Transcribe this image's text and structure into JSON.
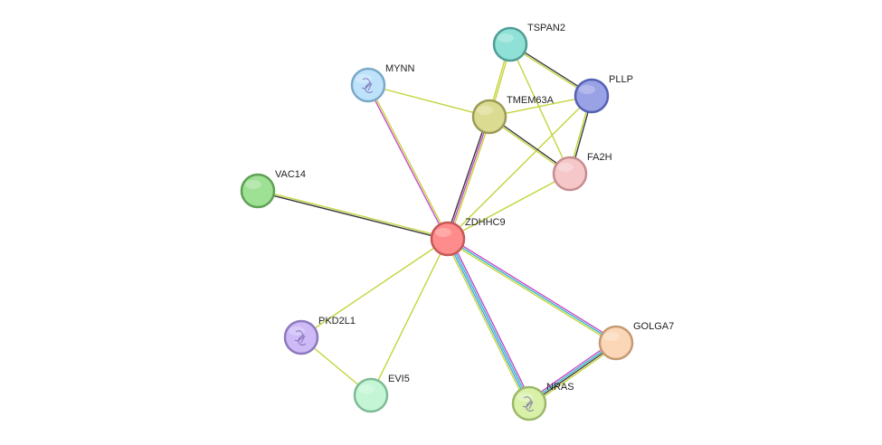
{
  "nodes": [
    {
      "id": "ZDHHC9",
      "label": "ZDHHC9",
      "fill": "#ff8c8c",
      "stroke": "#c65858",
      "glyph": ""
    },
    {
      "id": "TSPAN2",
      "label": "TSPAN2",
      "fill": "#8fe0d6",
      "stroke": "#4f9e94",
      "glyph": ""
    },
    {
      "id": "PLLP",
      "label": "PLLP",
      "fill": "#9aa2e6",
      "stroke": "#5560b2",
      "glyph": ""
    },
    {
      "id": "MYNN",
      "label": "MYNN",
      "fill": "#bfe2fb",
      "stroke": "#79a9c9",
      "glyph": "protein-structure"
    },
    {
      "id": "TMEM63A",
      "label": "TMEM63A",
      "fill": "#dcdb92",
      "stroke": "#9c9b56",
      "glyph": ""
    },
    {
      "id": "FA2H",
      "label": "FA2H",
      "fill": "#f6c7c9",
      "stroke": "#c58d90",
      "glyph": ""
    },
    {
      "id": "VAC14",
      "label": "VAC14",
      "fill": "#9ee094",
      "stroke": "#5ea154",
      "glyph": ""
    },
    {
      "id": "PKD2L1",
      "label": "PKD2L1",
      "fill": "#cdbaf6",
      "stroke": "#8d79be",
      "glyph": "protein-structure"
    },
    {
      "id": "EVI5",
      "label": "EVI5",
      "fill": "#c4f6d6",
      "stroke": "#7dbb95",
      "glyph": ""
    },
    {
      "id": "NRAS",
      "label": "NRAS",
      "fill": "#d9f0a8",
      "stroke": "#9bb86a",
      "glyph": "protein-structure"
    },
    {
      "id": "GOLGA7",
      "label": "GOLGA7",
      "fill": "#fbd7b8",
      "stroke": "#c49a72",
      "glyph": ""
    }
  ],
  "edges": [
    {
      "source": "ZDHHC9",
      "target": "VAC14",
      "colors": [
        "#3a3a3a",
        "#c4d43a"
      ]
    },
    {
      "source": "ZDHHC9",
      "target": "MYNN",
      "colors": [
        "#c849c8",
        "#c4d43a"
      ]
    },
    {
      "source": "ZDHHC9",
      "target": "TMEM63A",
      "colors": [
        "#3a3a3a",
        "#c849c8",
        "#c4d43a"
      ]
    },
    {
      "source": "ZDHHC9",
      "target": "PLLP",
      "colors": [
        "#c4d43a"
      ]
    },
    {
      "source": "ZDHHC9",
      "target": "FA2H",
      "colors": [
        "#c4d43a"
      ]
    },
    {
      "source": "ZDHHC9",
      "target": "PKD2L1",
      "colors": [
        "#c4d43a"
      ]
    },
    {
      "source": "ZDHHC9",
      "target": "EVI5",
      "colors": [
        "#c4d43a"
      ]
    },
    {
      "source": "ZDHHC9",
      "target": "NRAS",
      "colors": [
        "#c849c8",
        "#2fb8c6",
        "#4aa0e0",
        "#c4d43a"
      ]
    },
    {
      "source": "ZDHHC9",
      "target": "GOLGA7",
      "colors": [
        "#c849c8",
        "#2fb8c6",
        "#c4d43a"
      ]
    },
    {
      "source": "NRAS",
      "target": "GOLGA7",
      "colors": [
        "#c849c8",
        "#2fb8c6",
        "#3a3a3a",
        "#c4d43a"
      ]
    },
    {
      "source": "PKD2L1",
      "target": "EVI5",
      "colors": [
        "#c4d43a"
      ]
    },
    {
      "source": "MYNN",
      "target": "TMEM63A",
      "colors": [
        "#c4d43a"
      ]
    },
    {
      "source": "TSPAN2",
      "target": "TMEM63A",
      "colors": [
        "#c4d43a",
        "#c4d43a"
      ]
    },
    {
      "source": "TSPAN2",
      "target": "PLLP",
      "colors": [
        "#3a3a3a",
        "#c4d43a"
      ]
    },
    {
      "source": "TSPAN2",
      "target": "FA2H",
      "colors": [
        "#c4d43a"
      ]
    },
    {
      "source": "TMEM63A",
      "target": "PLLP",
      "colors": [
        "#c4d43a"
      ]
    },
    {
      "source": "TMEM63A",
      "target": "FA2H",
      "colors": [
        "#3a3a3a",
        "#c4d43a"
      ]
    },
    {
      "source": "PLLP",
      "target": "FA2H",
      "colors": [
        "#3a3a3a",
        "#c4d43a"
      ]
    }
  ]
}
